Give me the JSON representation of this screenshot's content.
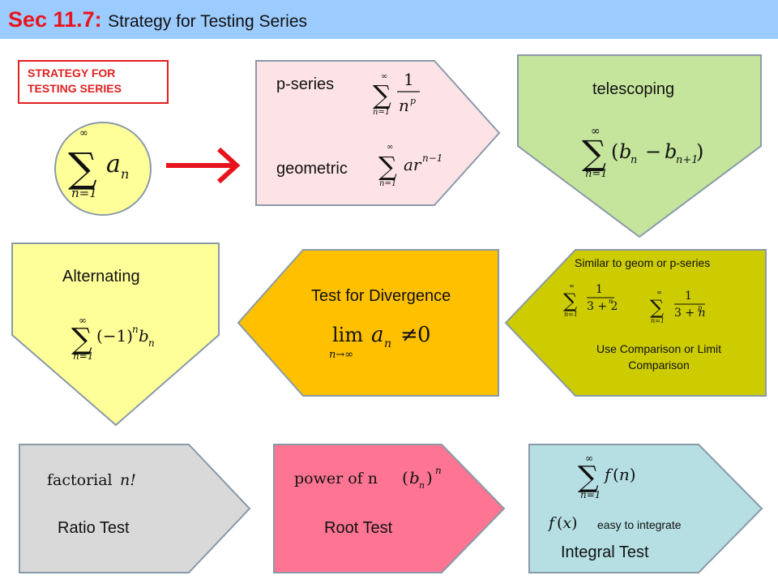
{
  "header": {
    "sec": "Sec 11.7",
    "colon": ":",
    "title": "Strategy for Testing Series"
  },
  "strategy_box": {
    "text": "STRATEGY FOR TESTING SERIES"
  },
  "p_series": {
    "label": "p-series"
  },
  "geometric": {
    "label": "geometric"
  },
  "telescoping": {
    "label": "telescoping"
  },
  "alternating": {
    "label": "Alternating"
  },
  "divergence": {
    "label": "Test for Divergence"
  },
  "comparison": {
    "note": "Similar to geom or p-series",
    "method": "Use Comparison or Limit Comparison"
  },
  "ratio": {
    "hint": "factorial",
    "label": "Ratio Test"
  },
  "root": {
    "hint": "power of n",
    "label": "Root Test"
  },
  "integral": {
    "hint": "easy to integrate",
    "label": "Integral Test"
  },
  "colors": {
    "header": "#9ccbff",
    "pink": "#fde3e6",
    "green": "#c5e49c",
    "yellow": "#ffff99",
    "orange": "#ffc000",
    "olive": "#cccc00",
    "gray": "#d9d9d9",
    "rose": "#fd7592",
    "lightblue": "#b5dfe2",
    "red": "#e8141d"
  }
}
